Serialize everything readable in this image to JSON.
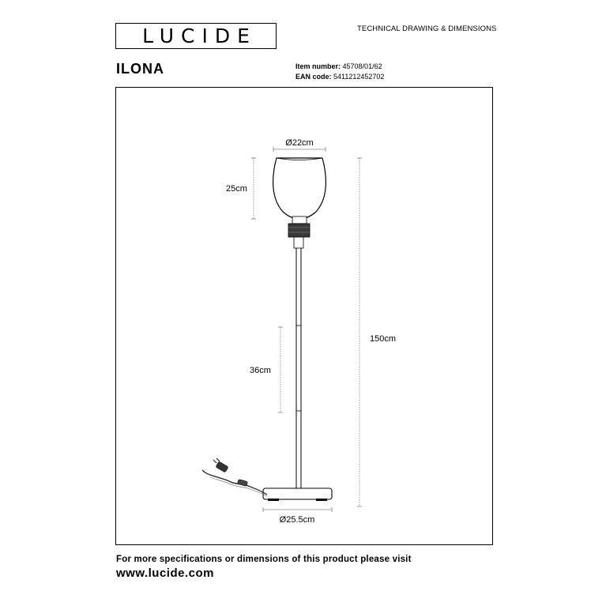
{
  "header": {
    "brand": "LUCIDE",
    "doc_type": "TECHNICAL DRAWING & DIMENSIONS",
    "product_name": "ILONA",
    "item_number_label": "Item number:",
    "item_number": "45708/01/62",
    "ean_label": "EAN code:",
    "ean_code": "5411212452702"
  },
  "drawing": {
    "shade_diameter": "Ø22cm",
    "shade_height": "25cm",
    "total_height": "150cm",
    "section_length": "36cm",
    "base_diameter": "Ø25.5cm"
  },
  "footer": {
    "line1": "For more specifications or dimensions of this product please visit",
    "url": "www.lucide.com"
  }
}
